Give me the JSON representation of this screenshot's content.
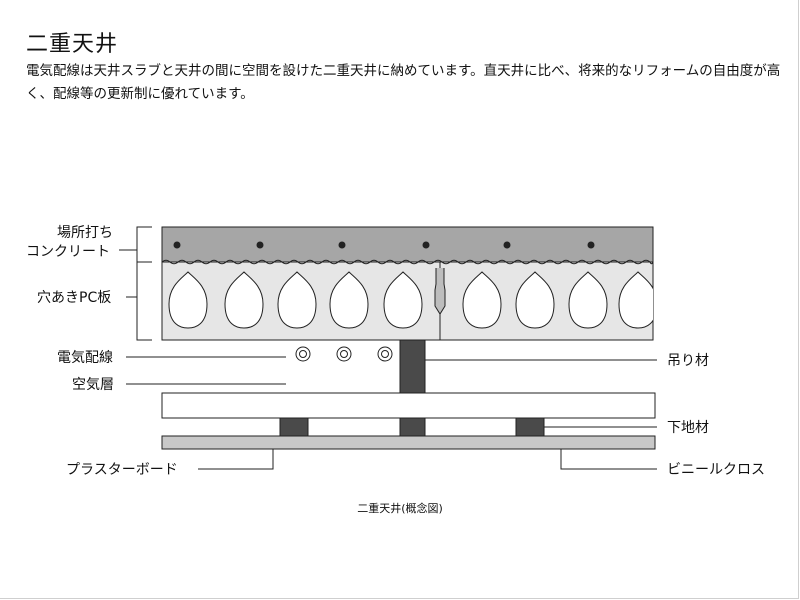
{
  "header": {
    "title": "二重天井",
    "description": "電気配線は天井スラブと天井の間に空間を設けた二重天井に納めています。直天井に比べ、将来的なリフォームの自由度が高く、配線等の更新制に優れています。"
  },
  "diagram": {
    "labels": {
      "concrete_line1": "場所打ち",
      "concrete_line2": "コンクリート",
      "pc_slab": "穴あきPC板",
      "wiring": "電気配線",
      "air_layer": "空気層",
      "plasterboard": "プラスターボード",
      "hanger": "吊り材",
      "joist": "下地材",
      "vinyl_cloth": "ビニールクロス"
    },
    "caption": "二重天井(概念図)",
    "colors": {
      "concrete": "#a6a6a6",
      "slab_fill": "#e6e6e6",
      "dark_member": "#4a4a4a",
      "board": "#c8c8c8",
      "line": "#222222"
    }
  }
}
